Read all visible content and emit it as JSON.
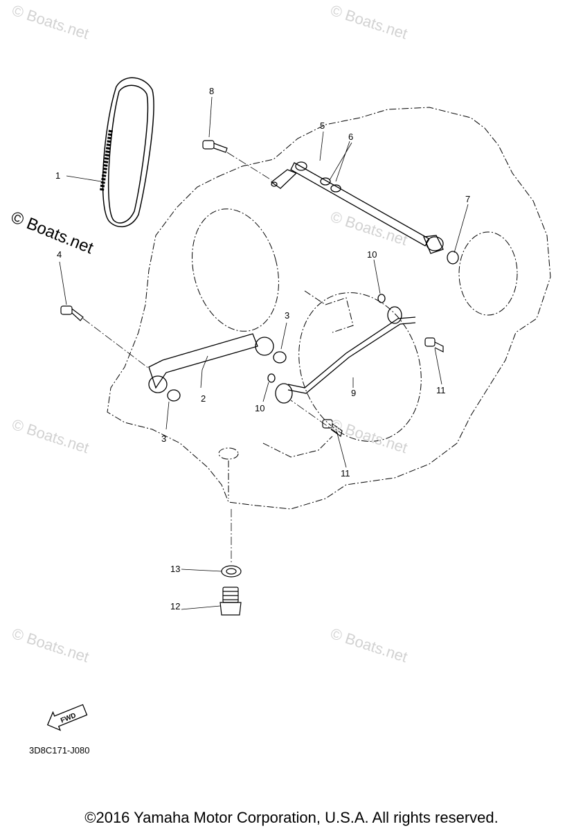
{
  "watermarks": {
    "top_left": "© Boats.net",
    "top_right": "© Boats.net",
    "mid_left": "© Boats.net",
    "mid_right": "© Boats.net",
    "lower_left": "© Boats.net",
    "lower_right": "© Boats.net",
    "bottom_left": "© Boats.net",
    "bottom_right": "© Boats.net"
  },
  "callouts": {
    "part_1": "1",
    "part_2": "2",
    "part_3a": "3",
    "part_3b": "3",
    "part_4": "4",
    "part_5": "5",
    "part_6": "6",
    "part_7": "7",
    "part_8": "8",
    "part_9": "9",
    "part_10a": "10",
    "part_10b": "10",
    "part_11a": "11",
    "part_11b": "11",
    "part_12": "12",
    "part_13": "13"
  },
  "fwd_badge": "FWD",
  "diagram_code": "3D8C171-J080",
  "copyright": "©2016 Yamaha Motor Corporation, U.S.A. All rights reserved."
}
